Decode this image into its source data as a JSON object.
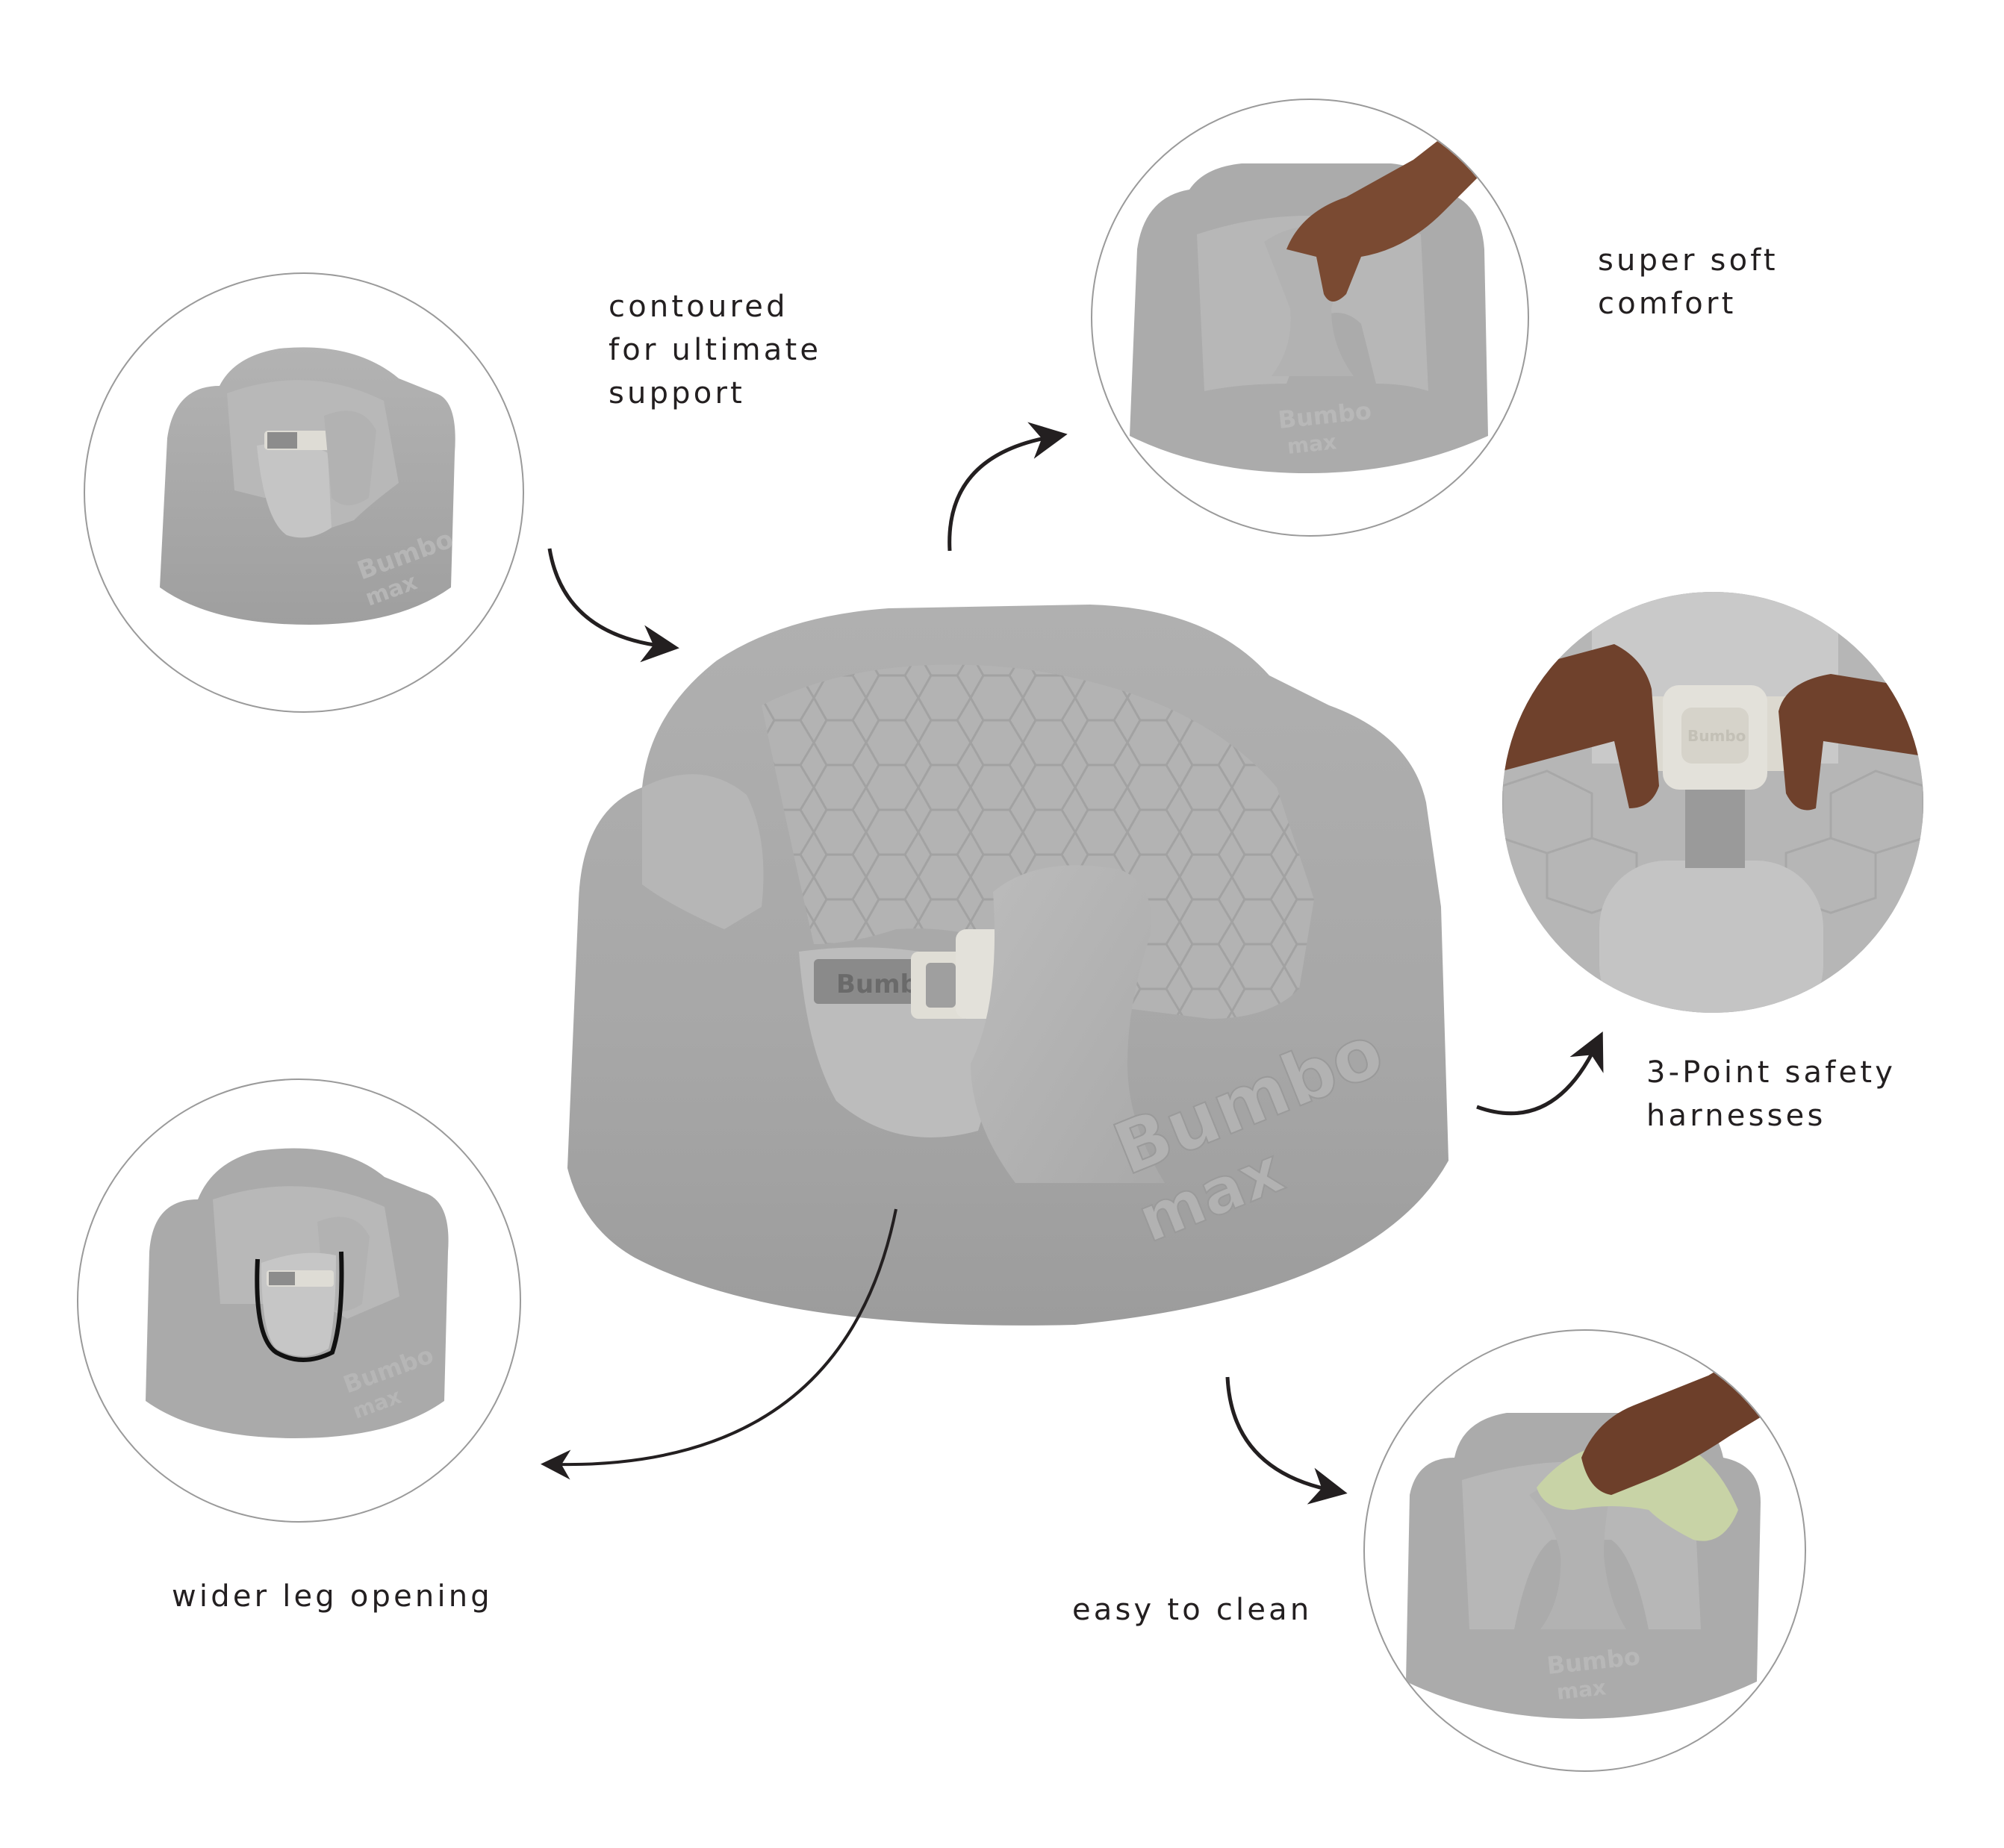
{
  "infographic": {
    "product": "Bumbo Max floor seat",
    "brand_emboss": [
      "Bumbo",
      "max"
    ],
    "buckle_text": "Bumbo",
    "colors": {
      "background": "#ffffff",
      "text": "#231f20",
      "arrow": "#231f20",
      "seat_grey": "#a9a9a9",
      "seat_highlight": "#bdbdbd",
      "seat_shadow": "#8f8f8f",
      "circle_outline": "#9a9a9a",
      "buckle": "#e3e1da",
      "skin": "#7a4a32",
      "cloth": "#c8d3a6"
    },
    "features": [
      {
        "id": "contoured",
        "caption": "contoured\nfor ultimate\nsupport",
        "image": "seat-three-quarter-view"
      },
      {
        "id": "soft",
        "caption": "super soft\ncomfort",
        "image": "hand-squeezing-pommel"
      },
      {
        "id": "harness",
        "caption": "3-Point safety\nharnesses",
        "image": "hands-buckling-harness"
      },
      {
        "id": "leg",
        "caption": "wider leg opening",
        "image": "seat-with-leg-opening-highlighted"
      },
      {
        "id": "clean",
        "caption": "easy to clean",
        "image": "hand-wiping-with-cloth"
      }
    ]
  }
}
